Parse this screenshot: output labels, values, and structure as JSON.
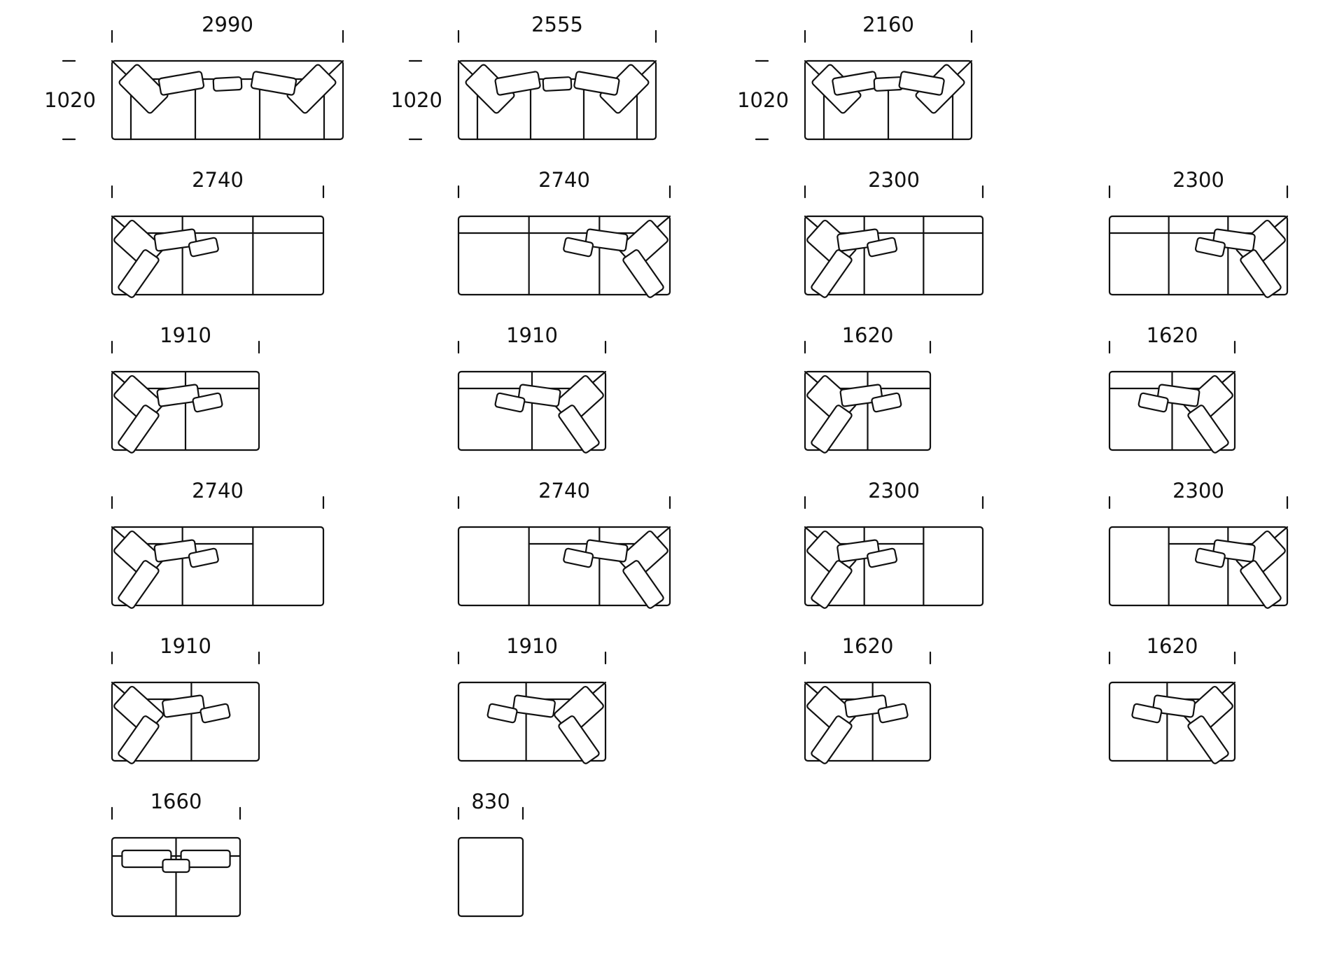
{
  "colors": {
    "line": "#111111",
    "background": "#ffffff"
  },
  "depth_label": "1020",
  "rows": [
    {
      "items": [
        {
          "width_label": "2990",
          "seats": 3,
          "corner": "none",
          "arms": "both",
          "depth_shown": true
        },
        {
          "width_label": "2555",
          "seats": 3,
          "corner": "none",
          "arms": "both",
          "depth_shown": true
        },
        {
          "width_label": "2160",
          "seats": 2,
          "corner": "none",
          "arms": "both",
          "depth_shown": true
        }
      ]
    },
    {
      "items": [
        {
          "width_label": "2740",
          "seats": 3,
          "corner": "left",
          "arms": "none",
          "depth_shown": false
        },
        {
          "width_label": "2740",
          "seats": 3,
          "corner": "right",
          "arms": "none",
          "depth_shown": false
        },
        {
          "width_label": "2300",
          "seats": 3,
          "corner": "left",
          "arms": "none",
          "depth_shown": false
        },
        {
          "width_label": "2300",
          "seats": 3,
          "corner": "right",
          "arms": "none",
          "depth_shown": false
        }
      ]
    },
    {
      "items": [
        {
          "width_label": "1910",
          "seats": 2,
          "corner": "left",
          "arms": "none",
          "depth_shown": false
        },
        {
          "width_label": "1910",
          "seats": 2,
          "corner": "right",
          "arms": "none",
          "depth_shown": false
        },
        {
          "width_label": "1620",
          "seats": 2,
          "corner": "left",
          "arms": "none",
          "depth_shown": false
        },
        {
          "width_label": "1620",
          "seats": 2,
          "corner": "right",
          "arms": "none",
          "depth_shown": false
        }
      ]
    },
    {
      "items": [
        {
          "width_label": "2740",
          "seats": 3,
          "corner": "left",
          "arms": "none",
          "depth_shown": false,
          "chaise": "right"
        },
        {
          "width_label": "2740",
          "seats": 3,
          "corner": "right",
          "arms": "none",
          "depth_shown": false,
          "chaise": "left"
        },
        {
          "width_label": "2300",
          "seats": 3,
          "corner": "left",
          "arms": "none",
          "depth_shown": false,
          "chaise": "right"
        },
        {
          "width_label": "2300",
          "seats": 3,
          "corner": "right",
          "arms": "none",
          "depth_shown": false,
          "chaise": "left"
        }
      ]
    },
    {
      "items": [
        {
          "width_label": "1910",
          "seats": 2,
          "corner": "left",
          "arms": "none",
          "depth_shown": false,
          "chaise": "right"
        },
        {
          "width_label": "1910",
          "seats": 2,
          "corner": "right",
          "arms": "none",
          "depth_shown": false,
          "chaise": "left"
        },
        {
          "width_label": "1620",
          "seats": 2,
          "corner": "left",
          "arms": "none",
          "depth_shown": false,
          "chaise": "right"
        },
        {
          "width_label": "1620",
          "seats": 2,
          "corner": "right",
          "arms": "none",
          "depth_shown": false,
          "chaise": "left"
        }
      ]
    },
    {
      "items": [
        {
          "width_label": "1660",
          "seats": 2,
          "corner": "none",
          "arms": "none",
          "depth_shown": false,
          "backrest": "straight"
        },
        {
          "width_label": "830",
          "seats": 1,
          "corner": "none",
          "arms": "none",
          "depth_shown": false,
          "backrest": "none"
        }
      ]
    }
  ]
}
